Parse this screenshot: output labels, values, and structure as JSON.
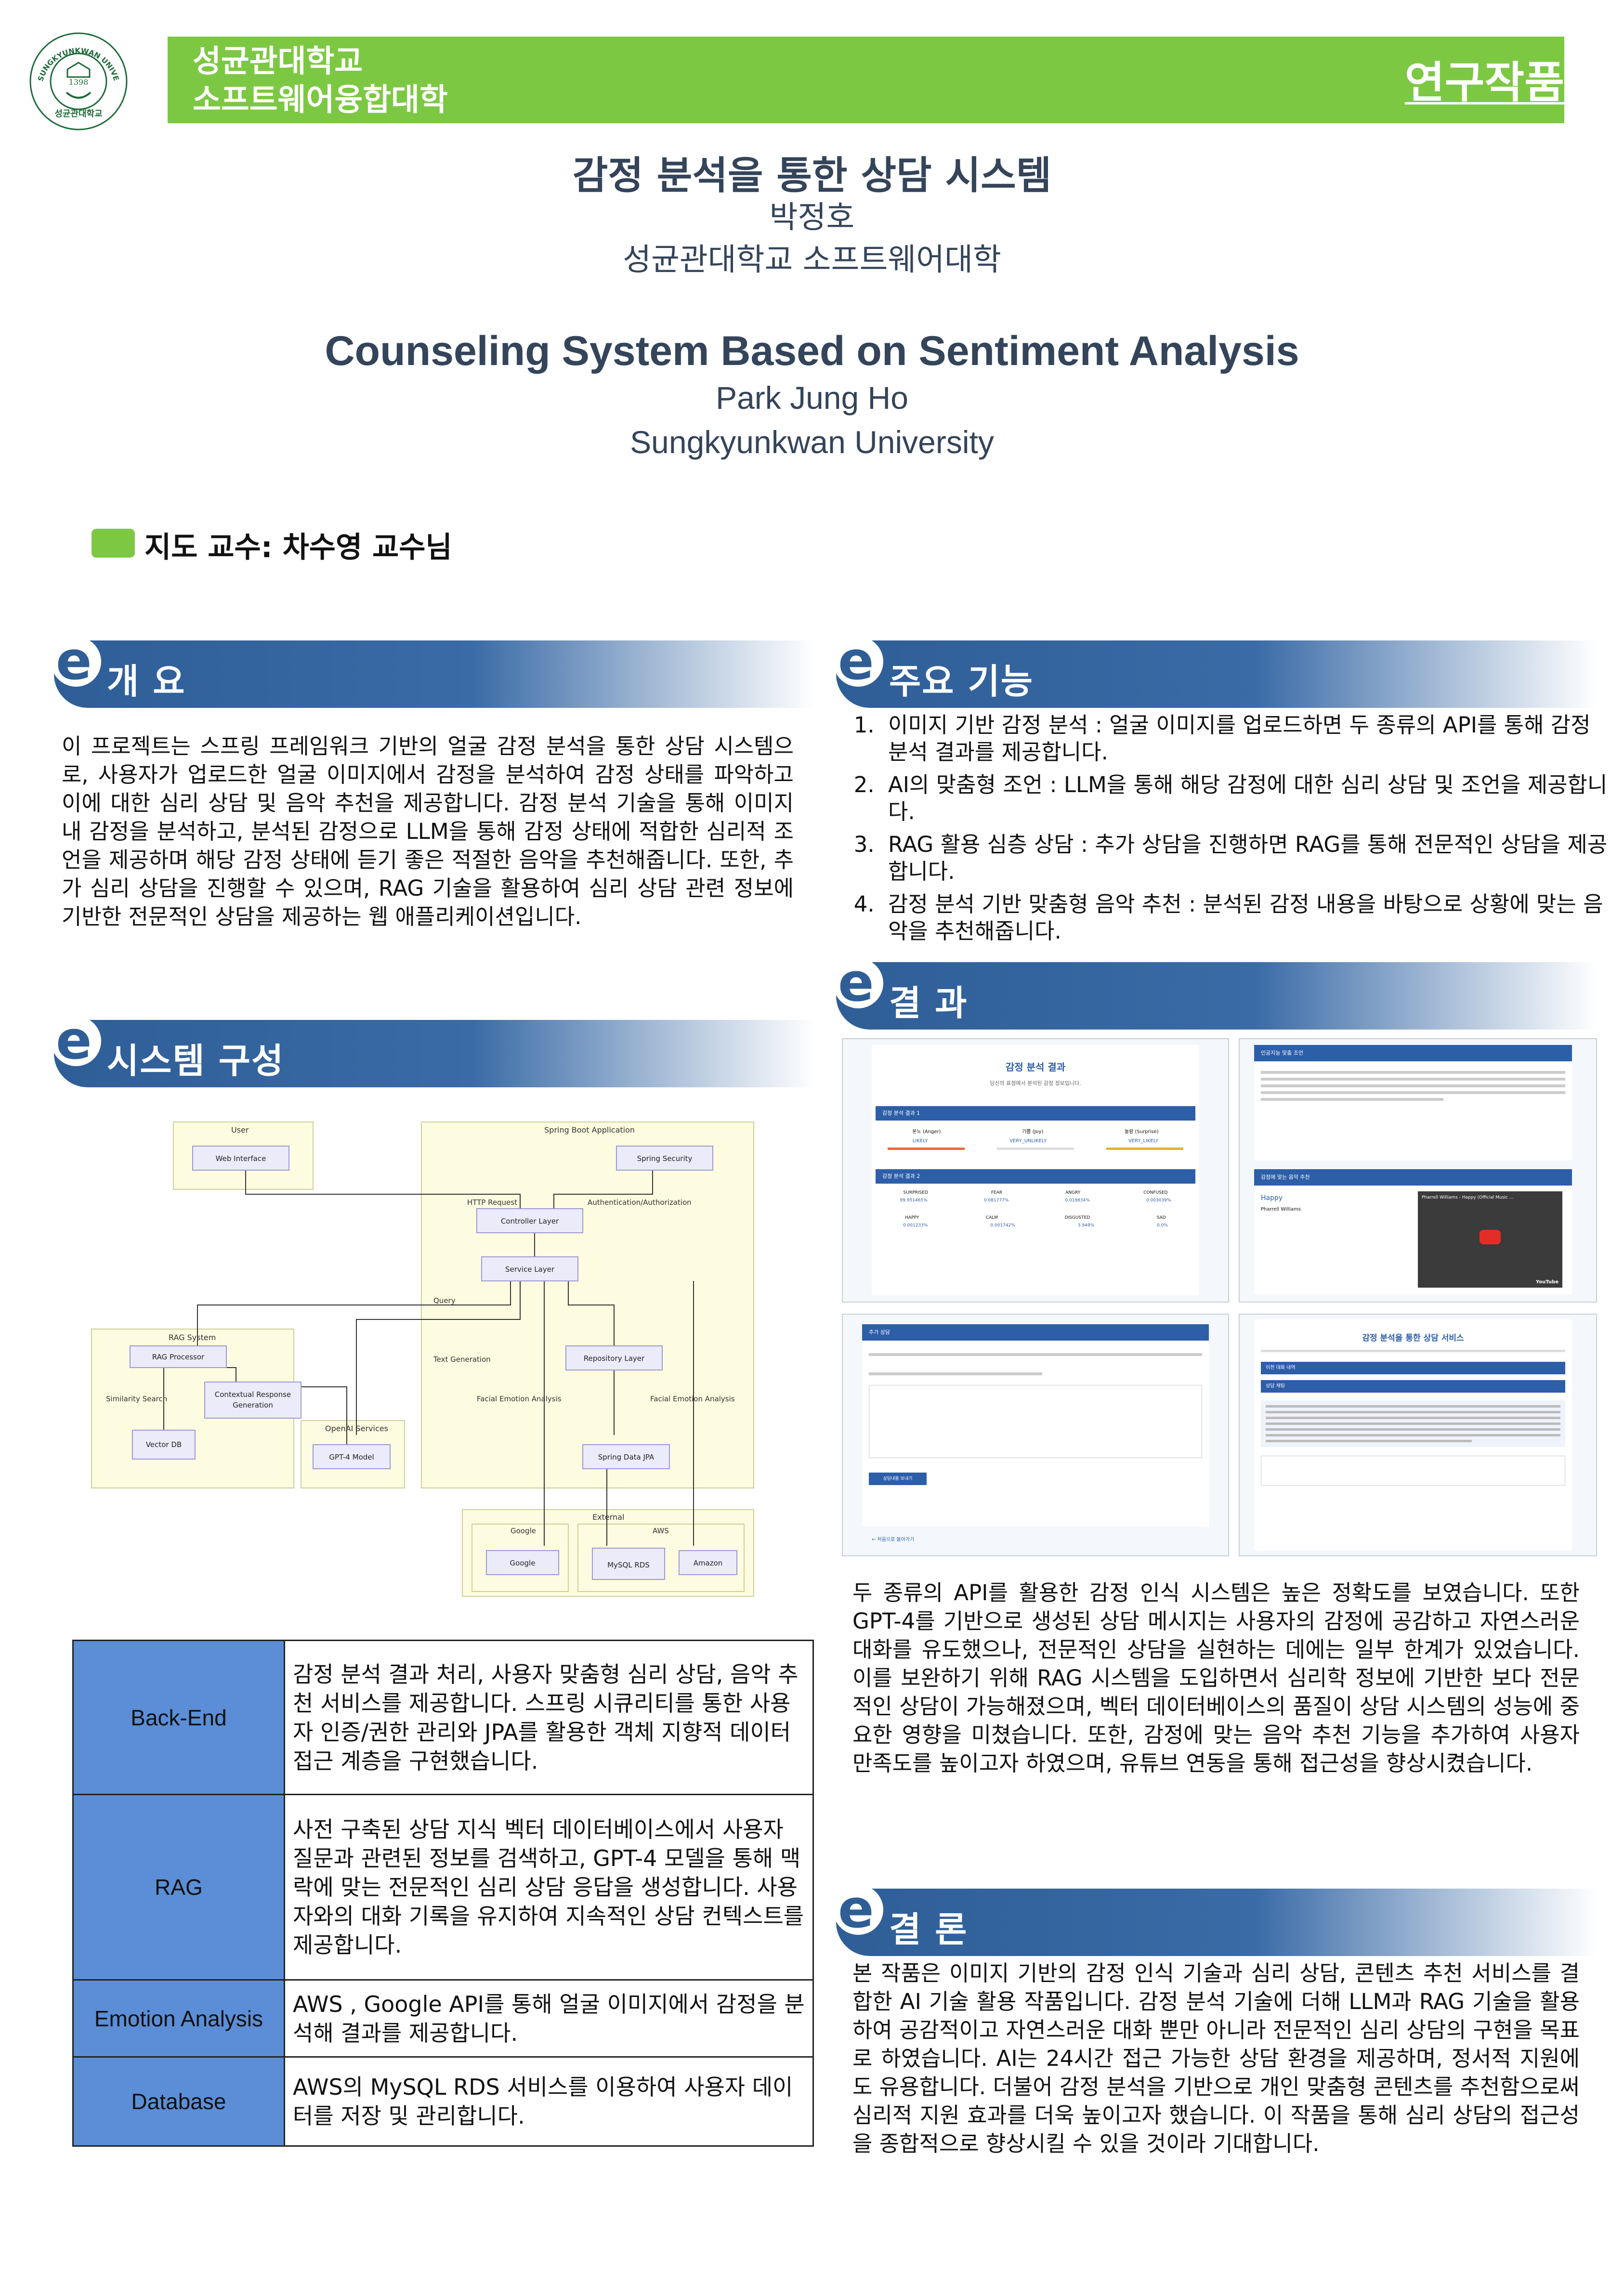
{
  "header": {
    "university_line1": "성균관대학교",
    "university_line2": "소프트웨어융합대학",
    "badge": "연구작품",
    "logo_text": "SUNGKYUNKWAN UNIVERSITY",
    "logo_year": "1398",
    "logo_ko": "성균관대학교"
  },
  "title": {
    "ko": "감정 분석을 통한 상담 시스템",
    "author_ko": "박정호",
    "affiliation_ko": "성균관대학교 소프트웨어대학",
    "en": "Counseling System Based on Sentiment Analysis",
    "author_en": "Park Jung Ho",
    "affiliation_en": "Sungkyunkwan University"
  },
  "advisor": "지도 교수:  차수영 교수님",
  "sections": {
    "overview": {
      "title": "개 요",
      "text": " 이 프로젝트는 스프링 프레임워크 기반의 얼굴 감정 분석을 통한 상담 시스템으로, 사용자가 업로드한 얼굴 이미지에서 감정을 분석하여 감정 상태를 파악하고 이에 대한 심리 상담 및 음악 추천을 제공합니다. 감정 분석 기술을 통해 이미지 내 감정을 분석하고, 분석된 감정으로 LLM을 통해 감정 상태에 적합한 심리적 조언을 제공하며 해당 감정 상태에 듣기 좋은 적절한 음악을 추천해줍니다. 또한, 추가 심리 상담을 진행할 수 있으며, RAG 기술을 활용하여 심리 상담 관련 정보에 기반한 전문적인 상담을 제공하는 웹 애플리케이션입니다."
    },
    "system": {
      "title": "시스템 구성"
    },
    "features": {
      "title": "주요 기능",
      "items": [
        "이미지 기반 감정 분석 : 얼굴 이미지를 업로드하면 두 종류의 API를 통해 감정 분석 결과를 제공합니다.",
        "AI의 맞춤형 조언 : LLM을 통해 해당 감정에 대한 심리 상담 및 조언을 제공합니다.",
        "RAG 활용 심층 상담 : 추가 상담을 진행하면 RAG를 통해 전문적인 상담을 제공합니다.",
        "감정 분석 기반 맞춤형 음악 추천 : 분석된 감정 내용을 바탕으로 상황에 맞는 음악을 추천해줍니다."
      ]
    },
    "results": {
      "title": "결 과",
      "text": "두 종류의 API를 활용한 감정 인식 시스템은 높은 정확도를 보였습니다. 또한 GPT-4를 기반으로 생성된 상담 메시지는 사용자의 감정에 공감하고 자연스러운 대화를 유도했으나, 전문적인 상담을 실현하는 데에는 일부 한계가 있었습니다. 이를 보완하기 위해 RAG 시스템을 도입하면서 심리학 정보에 기반한 보다 전문적인 상담이 가능해졌으며, 벡터 데이터베이스의 품질이 상담 시스템의 성능에 중요한 영향을 미쳤습니다. 또한, 감정에 맞는 음악 추천 기능을 추가하여 사용자 만족도를 높이고자 하였으며, 유튜브 연동을 통해 접근성을 향상시켰습니다."
    },
    "conclusion": {
      "title": "결 론",
      "text": " 본 작품은 이미지 기반의 감정 인식 기술과 심리 상담, 콘텐츠 추천 서비스를 결합한 AI 기술 활용 작품입니다. 감정 분석 기술에 더해 LLM과 RAG 기술을 활용하여 공감적이고 자연스러운 대화 뿐만 아니라 전문적인 심리 상담의 구현을 목표로 하였습니다. AI는 24시간 접근 가능한 상담 환경을 제공하며, 정서적 지원에도 유용합니다. 더불어 감정 분석을 기반으로 개인 맞춤형 콘텐츠를 추천함으로써 심리적 지원 효과를 더욱 높이고자 했습니다. 이 작품을 통해 심리 상담의 접근성을 종합적으로 향상시킬 수 있을 것이라 기대합니다."
    }
  },
  "diagram": {
    "user_group": "User",
    "spring_group": "Spring Boot Application",
    "rag_group": "RAG System",
    "openai_group": "OpenAI Services",
    "external_group": "External",
    "google_group": "Google",
    "aws_group": "AWS",
    "nodes": {
      "web": "Web Interface",
      "security": "Spring Security",
      "controller": "Controller Layer",
      "service": "Service Layer",
      "repository": "Repository Layer",
      "jpa": "Spring Data JPA",
      "rag_processor": "RAG Processor",
      "ctx_gen1": "Contextual Response",
      "ctx_gen2": "Generation",
      "vector": "Vector DB",
      "gpt": "GPT-4 Model",
      "google": "Google",
      "rds": "MySQL RDS",
      "amazon": "Amazon"
    },
    "edges": {
      "http": "HTTP Request",
      "auth": "Authentication/Authorization",
      "query": "Query",
      "textgen": "Text Generation",
      "similarity": "Similarity Search",
      "facial1": "Facial Emotion Analysis",
      "facial2": "Facial Emotion Analysis"
    }
  },
  "table": [
    {
      "key": "Back-End",
      "value": "감정 분석 결과 처리, 사용자 맞춤형 심리 상담, 음악 추천 서비스를 제공합니다. 스프링 시큐리티를 통한 사용자 인증/권한 관리와 JPA를 활용한 객체 지향적 데이터 접근 계층을 구현했습니다."
    },
    {
      "key": "RAG",
      "value": "사전 구축된 상담 지식 벡터 데이터베이스에서 사용자 질문과 관련된 정보를 검색하고, GPT-4 모델을 통해 맥락에 맞는 전문적인 심리 상담 응답을 생성합니다. 사용자와의 대화 기록을 유지하여 지속적인 상담 컨텍스트를 제공합니다."
    },
    {
      "key": "Emotion Analysis",
      "value": "AWS , Google API를 통해 얼굴 이미지에서 감정을 분석해 결과를 제공합니다."
    },
    {
      "key": "Database",
      "value": "AWS의 MySQL RDS 서비스를 이용하여 사용자 데이터를 저장 및 관리합니다."
    }
  ],
  "screens": {
    "s1_title": "감정 분석 결과",
    "s1_sub": "당신의 표정에서 분석된 감정 정보입니다.",
    "s1_bar1": "감정 분석 결과 1",
    "s1_bar2": "감정 분석 결과 2",
    "s1_r1": [
      "분노 (Anger)",
      "기쁨 (Joy)",
      "놀람 (Surprise)"
    ],
    "s1_r1v": [
      "LIKELY",
      "VERY_UNLIKELY",
      "VERY_LIKELY"
    ],
    "s1_r2": [
      "SURPRISED",
      "FEAR",
      "ANGRY",
      "CONFUSED"
    ],
    "s1_r2v": [
      "99.951465%",
      "0.081777%",
      "0.019834%",
      "0.003039%"
    ],
    "s1_r3": [
      "HAPPY",
      "CALM",
      "DISGUSTED",
      "SAD"
    ],
    "s1_r3v": [
      "0.001233%",
      "0.001742%",
      "3.949%",
      "0.0%"
    ],
    "s2_bar1": "인공지능 맞춤 조언",
    "s2_bar2": "감정에 맞는 음악 추천",
    "s2_song": "Happy",
    "s2_artist": "Pharrell Williams",
    "s2_video": "Pharrell Williams - Happy (Official Music ...",
    "s2_yt": "YouTube",
    "s3_bar": "추가 상담",
    "s3_btn": "상담내용 보내기",
    "s3_back": "← 처음으로 돌아가기",
    "s4_title": "감정 분석을 통한 상담 서비스",
    "s4_bar1": "이전 대화 내역",
    "s4_bar2": "상담 채팅"
  }
}
